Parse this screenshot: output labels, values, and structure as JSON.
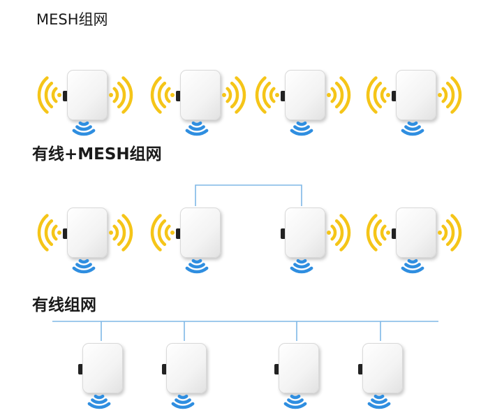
{
  "sections": [
    {
      "title": "MESH组网",
      "type": "mesh"
    },
    {
      "title": "有线+MESH组网",
      "type": "wired-mesh"
    },
    {
      "title": "有线组网",
      "type": "wired"
    }
  ],
  "colors": {
    "wifi_signal": "#F5C518",
    "mesh_signal": "#2F8EE0",
    "wired_link": "#7FB7E6"
  },
  "icons": {
    "device": "wireless-access-point-icon",
    "wifi": "wifi-signal-icon",
    "mesh": "mesh-signal-icon"
  }
}
